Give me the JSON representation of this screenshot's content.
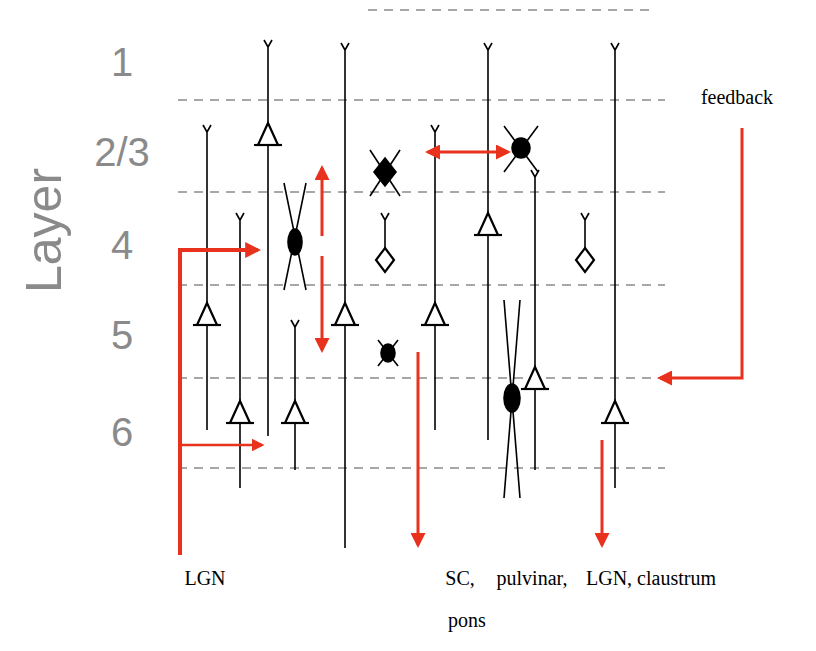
{
  "diagram": {
    "labels": [
      "1",
      "2/3",
      "4",
      "5",
      "6",
      "Layer",
      "feedback",
      "LGN",
      "SC,",
      "pulvinar,",
      "LGN, claustrum",
      "pons"
    ]
  }
}
